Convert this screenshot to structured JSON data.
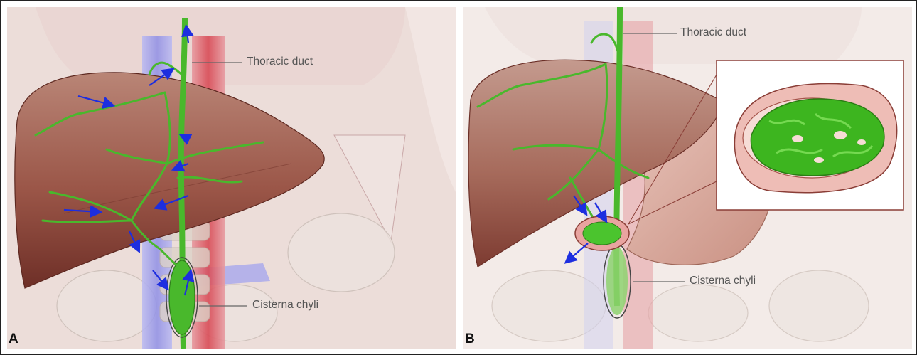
{
  "panels": [
    {
      "letter": "A",
      "labels": {
        "thoracic_duct": "Thoracic duct",
        "cisterna_chyli": "Cisterna chyli"
      }
    },
    {
      "letter": "B",
      "labels": {
        "thoracic_duct": "Thoracic duct",
        "cisterna_chyli": "Cisterna chyli"
      }
    }
  ],
  "colors": {
    "liver": "#8e4a40",
    "lymphatic": "#49b82c",
    "vein": "#8e8ee8",
    "aorta": "#d9505a",
    "flow_arrow": "#1d2ee0"
  }
}
